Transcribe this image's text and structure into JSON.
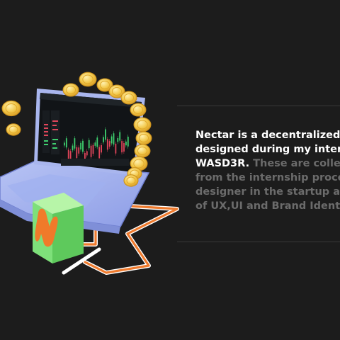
{
  "intro": {
    "lead": "Nectar is a decentralized\ndesigned during my intern\nWASD3R.",
    "rest": " These are collec\nfrom the internship proce\ndesigner in the startup an\nof UX,UI and Brand Identi"
  },
  "colors": {
    "background": "#1c1c1c",
    "coin": "#f2c84b",
    "laptop": "#aab8f0",
    "cube": "#7ee07a",
    "cube_logo": "#f07a2a",
    "path_orange": "#ef7b2e",
    "chart_up": "#3ecf6e",
    "chart_down": "#e0455a"
  },
  "icons": [
    "coin-icon",
    "laptop-illustration",
    "nectar-logo-cube"
  ]
}
